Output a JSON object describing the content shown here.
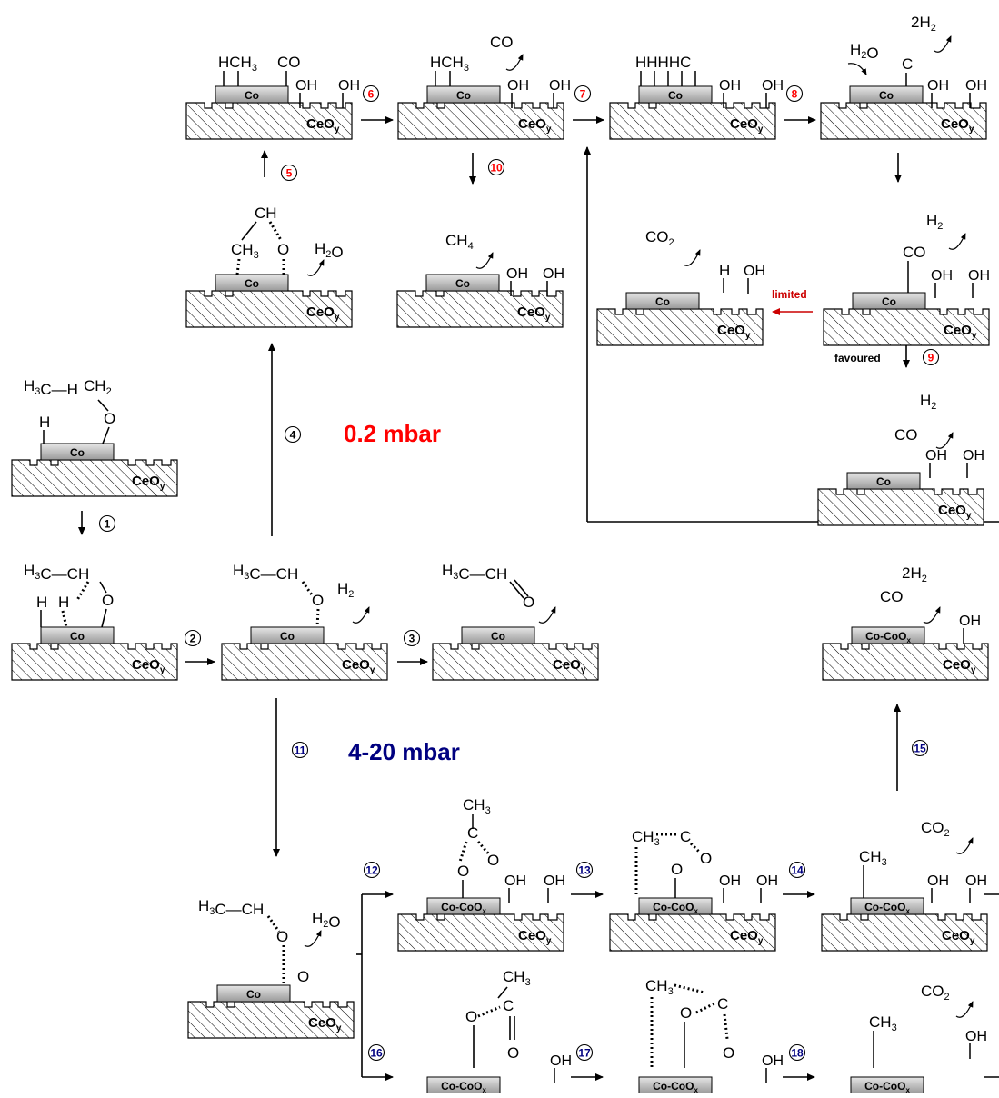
{
  "colors": {
    "low_pressure": "#ff0000",
    "high_pressure": "#000080",
    "limited_arrow": "#cc0000",
    "ink": "#000000"
  },
  "pressure_labels": {
    "low": "0.2 mbar",
    "high": "4-20 mbar"
  },
  "support_label": "CeO",
  "support_subscript": "y",
  "particle_labels": {
    "metal": "Co",
    "oxide": "Co-CoO",
    "oxide_subscript": "x"
  },
  "arrow_labels": {
    "limited": "limited",
    "favoured": "favoured"
  },
  "step_numbers": [
    "1",
    "2",
    "3",
    "4",
    "5",
    "6",
    "7",
    "8",
    "9",
    "10",
    "11",
    "12",
    "13",
    "14",
    "15",
    "16",
    "17",
    "18"
  ],
  "gas_products": {
    "h2": "H",
    "h2_sub": "2",
    "two_h2": "2H",
    "h2o": "H",
    "h2o_o": "O",
    "co": "CO",
    "co2": "CO",
    "co2_sub": "2",
    "ch4": "CH",
    "ch4_sub": "4"
  },
  "species": {
    "ethoxy": "H",
    "ch2": "CH",
    "ch": "CH",
    "ch3": "CH",
    "c": "C",
    "o": "O",
    "h": "H",
    "oh": "OH",
    "hch3": "HCH",
    "hhhhc": "HHHHC",
    "sub3": "3",
    "sub2": "2"
  }
}
